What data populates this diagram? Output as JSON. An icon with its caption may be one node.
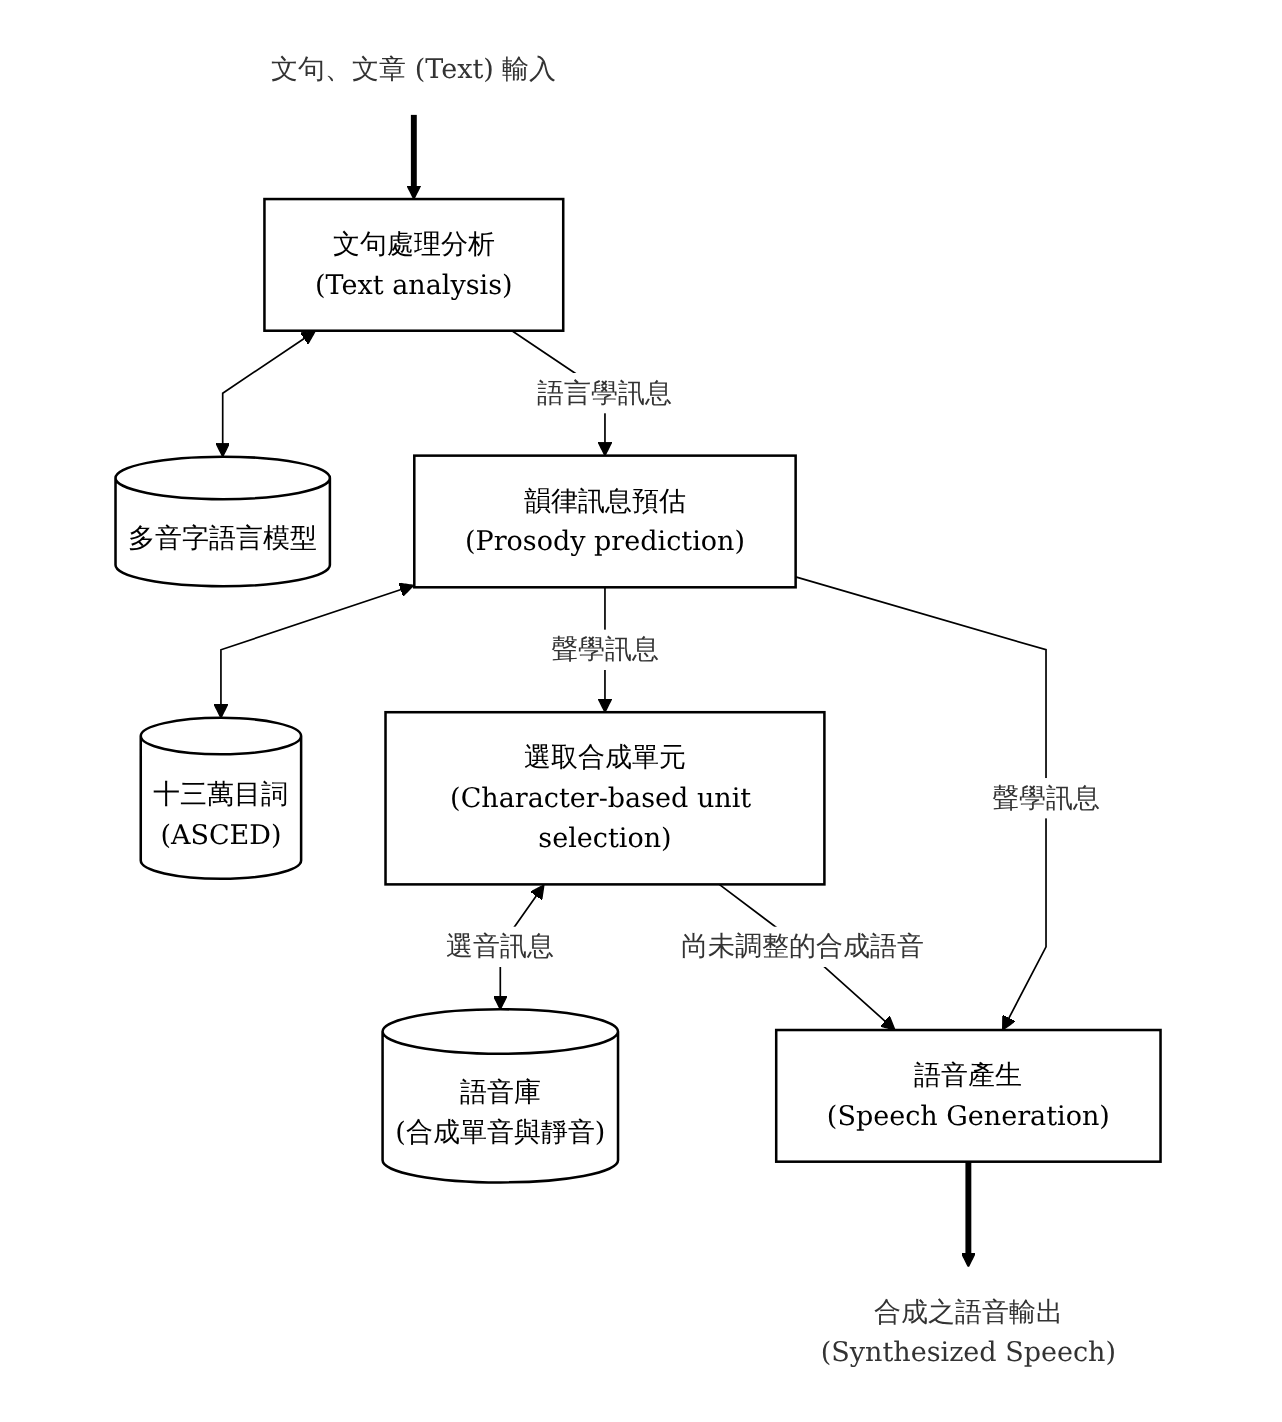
{
  "diagram": {
    "nodes": [
      {
        "text": [
          "文句、文章 (Text) 輸入"
        ]
      },
      {
        "text": [
          "文句處理分析",
          "(Text analysis)"
        ]
      },
      {
        "text": [
          "多音字語言模型"
        ]
      },
      {
        "text": [
          "韻律訊息預估",
          "(Prosody prediction)"
        ]
      },
      {
        "text": [
          "十三萬目詞",
          "(ASCED)"
        ]
      },
      {
        "text": [
          "選取合成單元",
          "(Character-based unit selection)"
        ]
      },
      {
        "text": [
          "語音庫",
          "(合成單音與靜音)"
        ]
      },
      {
        "text": [
          "語音產生",
          "(Speech Generation)"
        ]
      },
      {
        "text": [
          "合成之語音輸出",
          "(Synthesized Speech)"
        ]
      }
    ],
    "edges": [
      {
        "from": 0,
        "to": 1,
        "arrow": "to",
        "style": "thick"
      },
      {
        "from": 1,
        "to": 2,
        "arrow": "both"
      },
      {
        "from": 1,
        "to": 3,
        "arrow": "to",
        "label": "語言學訊息"
      },
      {
        "from": 3,
        "to": 4,
        "arrow": "both"
      },
      {
        "from": 3,
        "to": 5,
        "arrow": "to",
        "label": "聲學訊息"
      },
      {
        "from": 5,
        "to": 6,
        "arrow": "both",
        "label": "選音訊息"
      },
      {
        "from": 5,
        "to": 7,
        "arrow": "to",
        "label": "尚未調整的合成語音"
      },
      {
        "from": 3,
        "to": 7,
        "arrow": "to",
        "label": "聲學訊息"
      },
      {
        "from": 7,
        "to": 8,
        "arrow": "to",
        "style": "thick"
      }
    ]
  }
}
